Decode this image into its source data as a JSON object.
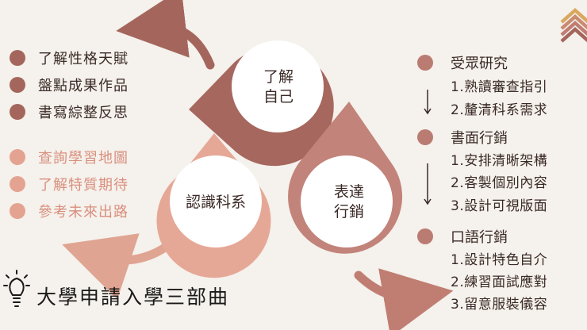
{
  "diagram": {
    "title": "大學申請入學三部曲",
    "icons": [
      "lightbulb-icon",
      "chevron-logo-icon"
    ],
    "colors": {
      "dark": "#a4665c",
      "medium": "#ba7c72",
      "light": "#e4a391",
      "background": "#f5f1ec"
    },
    "nodes": {
      "know_self": {
        "line1": "了解",
        "line2": "自己"
      },
      "know_department": {
        "label": "認識科系"
      },
      "express": {
        "line1": "表達",
        "line2": "行銷"
      }
    },
    "left_top_list": [
      "了解性格天賦",
      "盤點成果作品",
      "書寫綜整反思"
    ],
    "left_bottom_list": [
      "查詢學習地圖",
      "了解特質期待",
      "參考未來出路"
    ],
    "right_sections": [
      {
        "heading": "受眾研究",
        "items": [
          "1.熟讀審查指引",
          "2.釐清科系需求"
        ]
      },
      {
        "heading": "書面行銷",
        "items": [
          "1.安排清晰架構",
          "2.客製個別內容",
          "3.設計可視版面"
        ]
      },
      {
        "heading": "口語行銷",
        "items": [
          "1.設計特色自介",
          "2.練習面試應對",
          "3.留意服裝儀容"
        ]
      }
    ]
  }
}
